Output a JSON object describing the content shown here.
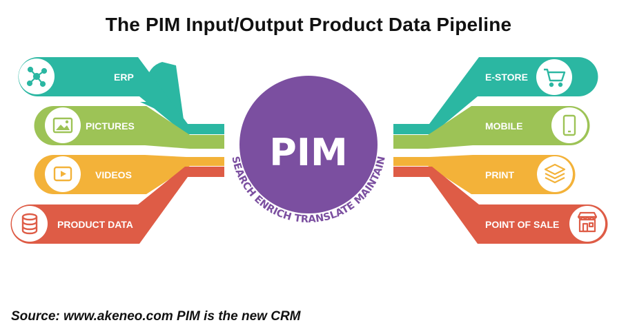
{
  "title": "The PIM Input/Output Product Data Pipeline",
  "hub": {
    "label": "PIM",
    "arc_text": "SEARCH ENRICH TRANSLATE MAINTAIN",
    "color": "#7b4fa0"
  },
  "inputs": [
    {
      "label": "ERP",
      "icon": "network-nodes-icon",
      "color": "#2bb7a2"
    },
    {
      "label": "PICTURES",
      "icon": "image-icon",
      "color": "#9dc356"
    },
    {
      "label": "VIDEOS",
      "icon": "video-play-icon",
      "color": "#f3b239"
    },
    {
      "label": "PRODUCT DATA",
      "icon": "database-icon",
      "color": "#de5c46"
    }
  ],
  "outputs": [
    {
      "label": "E-STORE",
      "icon": "shopping-cart-icon",
      "color": "#2bb7a2"
    },
    {
      "label": "MOBILE",
      "icon": "mobile-phone-icon",
      "color": "#9dc356"
    },
    {
      "label": "PRINT",
      "icon": "layers-stack-icon",
      "color": "#f3b239"
    },
    {
      "label": "POINT OF SALE",
      "icon": "storefront-icon",
      "color": "#de5c46"
    }
  ],
  "source": "Source: www.akeneo.com PIM is the new CRM"
}
